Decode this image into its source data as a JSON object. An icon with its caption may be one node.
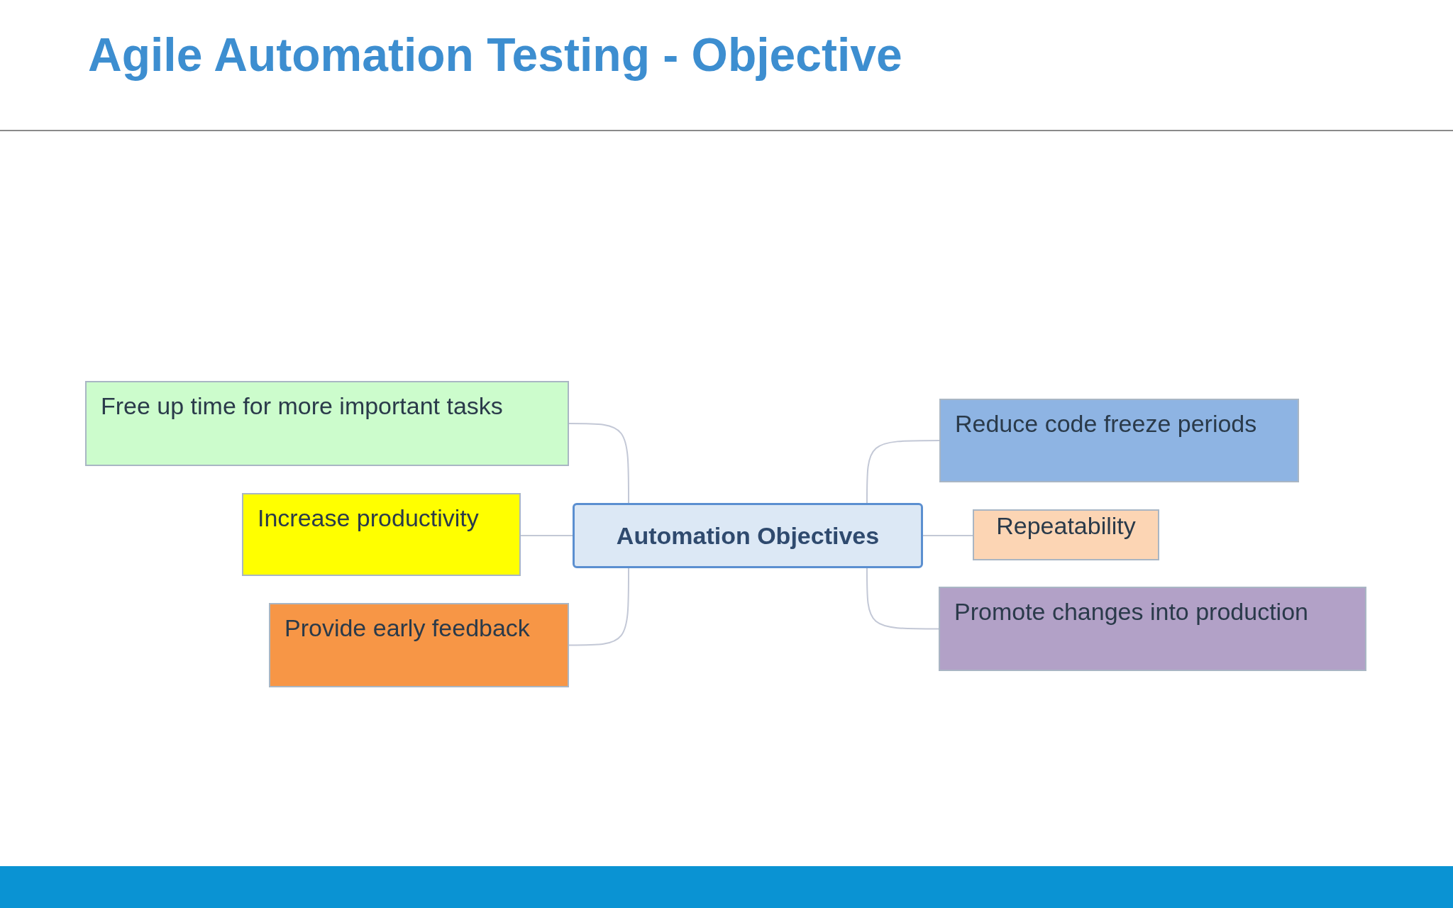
{
  "diagram": {
    "title": "Agile Automation Testing - Objective",
    "nodes": [
      {
        "text": [
          "Automation Objectives"
        ]
      },
      {
        "text": [
          "Free up time for more important tasks"
        ]
      },
      {
        "text": [
          "Increase productivity"
        ]
      },
      {
        "text": [
          "Provide early feedback"
        ]
      },
      {
        "text": [
          "Reduce code freeze periods"
        ]
      },
      {
        "text": [
          "Repeatability"
        ]
      },
      {
        "text": [
          "Promote changes into production"
        ]
      }
    ],
    "edges": [
      {
        "from": 0,
        "to": 1,
        "arrow": "none"
      },
      {
        "from": 0,
        "to": 2,
        "arrow": "none"
      },
      {
        "from": 0,
        "to": 3,
        "arrow": "none"
      },
      {
        "from": 0,
        "to": 4,
        "arrow": "none"
      },
      {
        "from": 0,
        "to": 5,
        "arrow": "none"
      },
      {
        "from": 0,
        "to": 6,
        "arrow": "none"
      }
    ]
  }
}
